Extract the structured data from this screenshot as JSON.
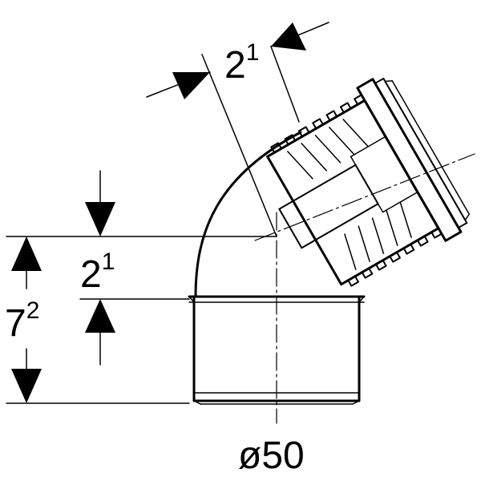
{
  "dimensions": {
    "angled_offset": {
      "base": "2",
      "sup": "1"
    },
    "vertical_offset": {
      "base": "2",
      "sup": "1"
    },
    "overall_height": {
      "base": "7",
      "sup": "2"
    },
    "diameter": "ø50"
  },
  "colors": {
    "line": "#000000",
    "background": "#ffffff"
  }
}
